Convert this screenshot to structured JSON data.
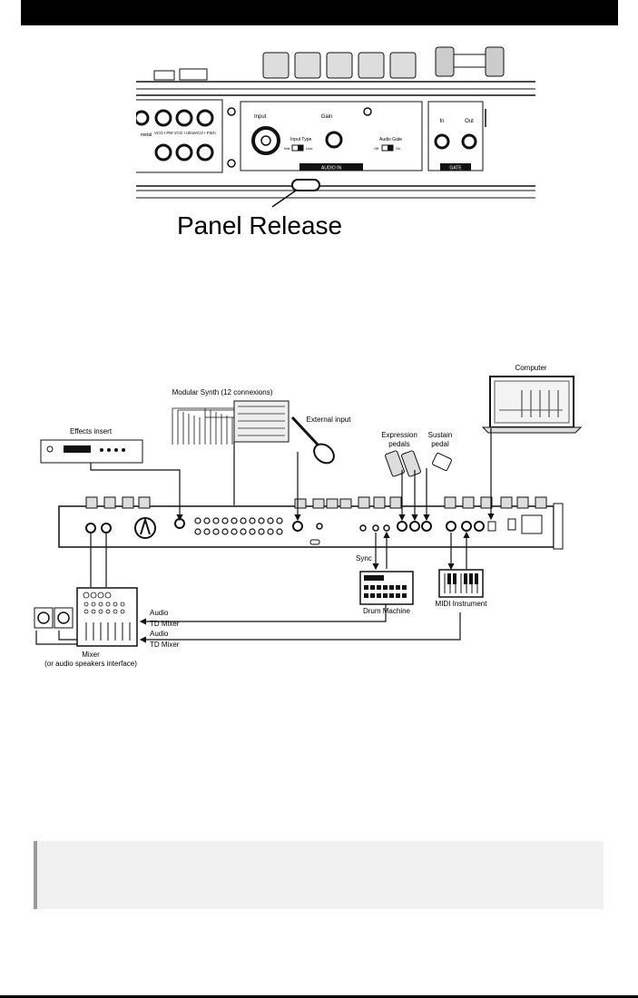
{
  "top_figure": {
    "panel_release_label": "Panel Release",
    "audio_in": {
      "section": "AUDIO IN",
      "input": "Input",
      "gain": "Gain",
      "input_type": "Input Type",
      "input_type_options": [
        "Inst.",
        "Line"
      ],
      "audio_gate": "Audio Gate",
      "audio_gate_options": [
        "Off",
        "On"
      ]
    },
    "gate": {
      "section": "GATE",
      "in": "In",
      "out": "Out"
    },
    "vco_jacks": [
      "VCO I PM",
      "VCO I Ultra",
      "VCO I Pitch"
    ],
    "partial_label": "metal"
  },
  "connection_diagram": {
    "labels": {
      "computer": "Computer",
      "modular_synth": "Modular Synth (12 connexions)",
      "effects_insert": "Effects insert",
      "external_input": "External input",
      "expression_pedals": "Expression\npedals",
      "sustain_pedal": "Sustain\npedal",
      "sync": "Sync",
      "drum_machine": "Drum Machine",
      "midi_instrument": "MIDI Instrument",
      "audio_1": "Audio",
      "td_mixer_1": "TD Mixer",
      "audio_2": "Audio",
      "td_mixer_2": "TD Mixer",
      "mixer": "Mixer",
      "mixer_sub": "(or audio speakers interface)"
    }
  },
  "note": {
    "text": ""
  }
}
